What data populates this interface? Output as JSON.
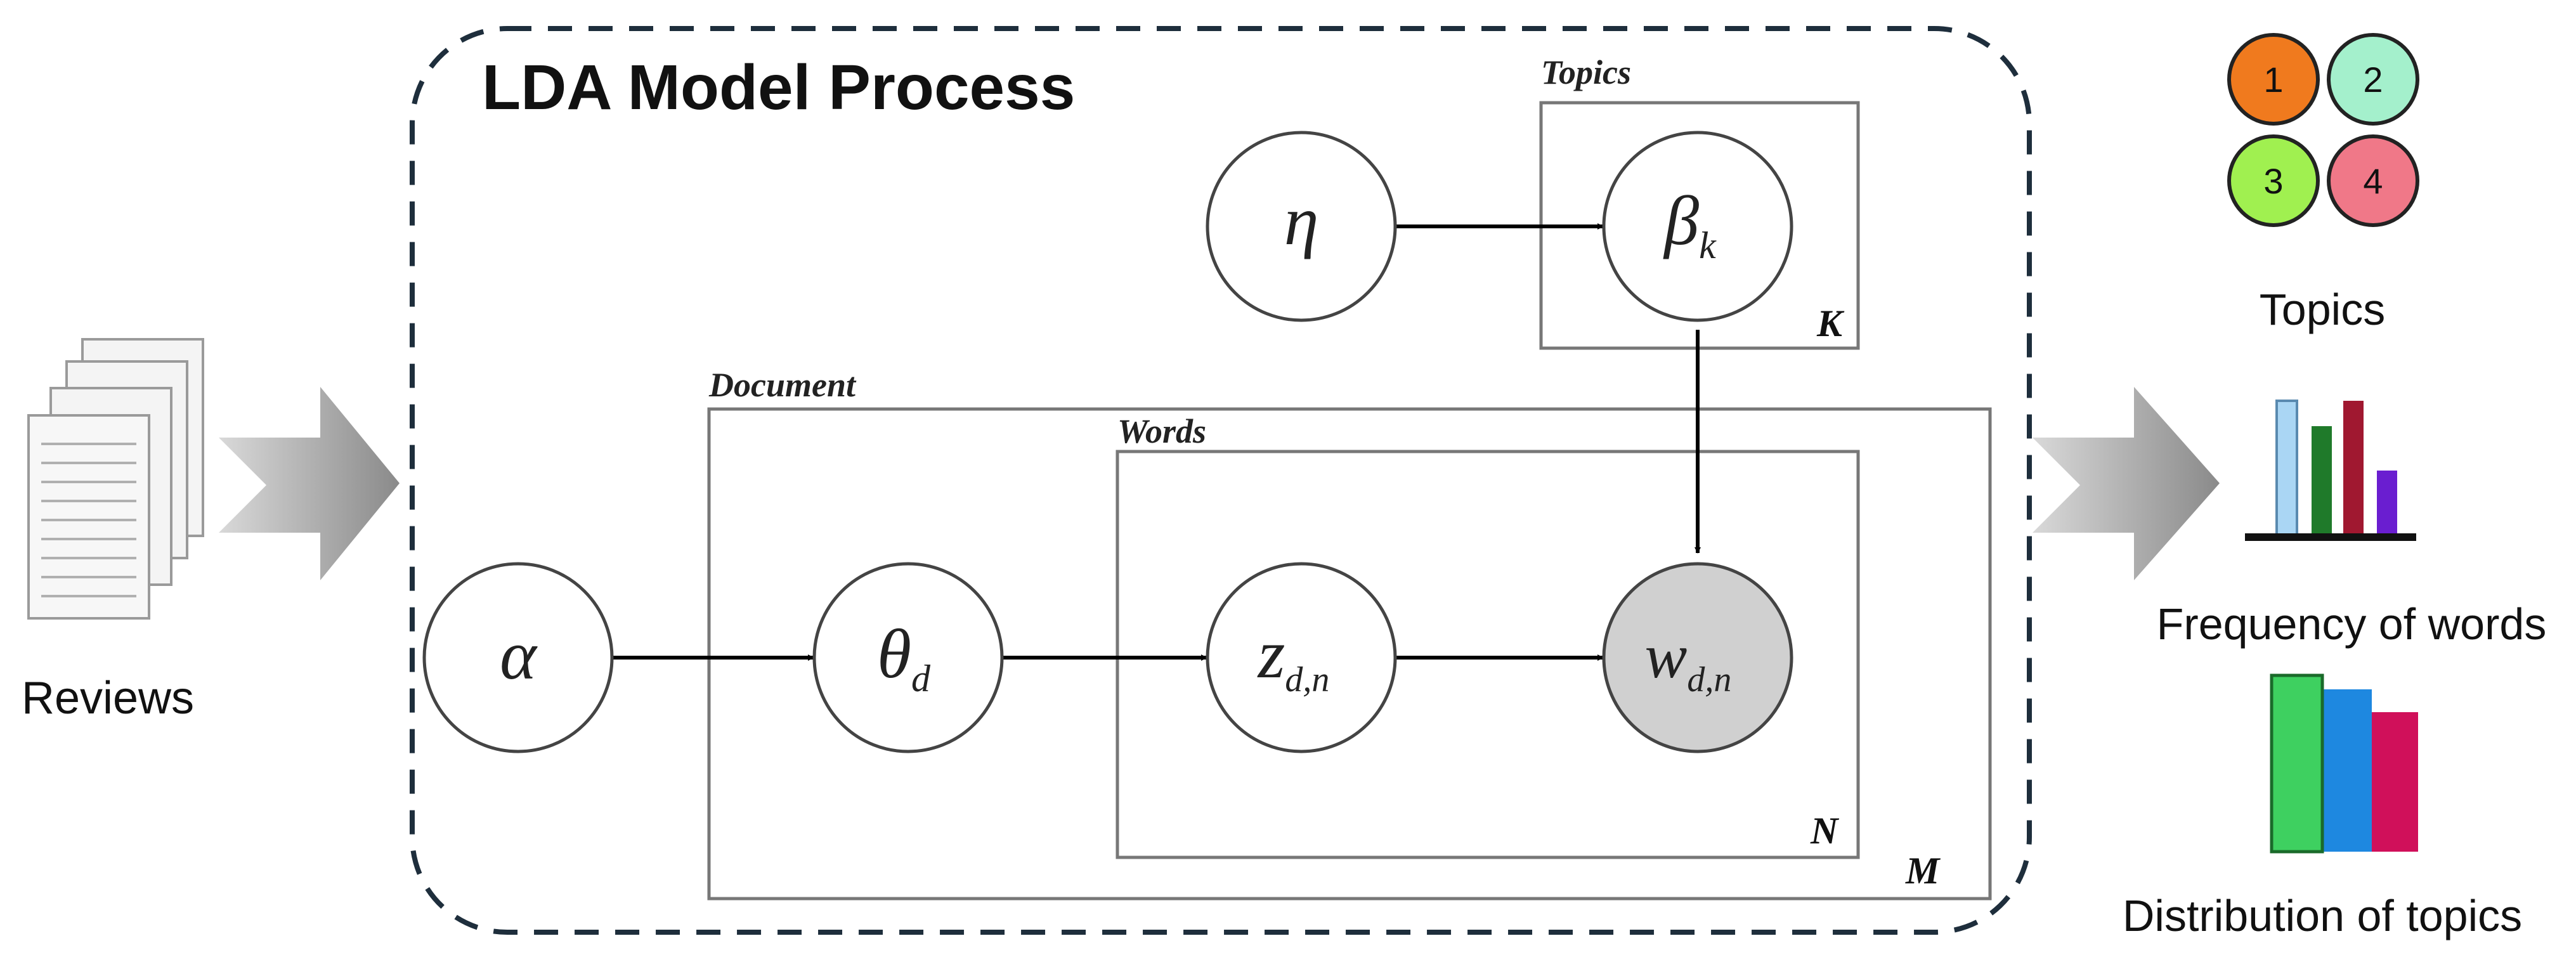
{
  "process": {
    "title": "LDA Model Process"
  },
  "plates": {
    "topics": {
      "label": "Topics",
      "count": "K"
    },
    "document": {
      "label": "Document",
      "count": "M"
    },
    "words": {
      "label": "Words",
      "count": "N"
    }
  },
  "nodes": {
    "eta": {
      "symbol": "η",
      "subscript": ""
    },
    "beta": {
      "symbol": "β",
      "subscript": "k"
    },
    "alpha": {
      "symbol": "α",
      "subscript": ""
    },
    "theta": {
      "symbol": "θ",
      "subscript": "d"
    },
    "z": {
      "symbol": "z",
      "subscript": "d,n"
    },
    "w": {
      "symbol": "w",
      "subscript": "d,n"
    }
  },
  "input": {
    "label": "Reviews",
    "icon": "document-stack-icon"
  },
  "outputs": {
    "topics": {
      "label": "Topics",
      "badges": [
        "1",
        "2",
        "3",
        "4"
      ]
    },
    "frequency": {
      "label": "Frequency of words",
      "icon": "bar-chart-icon"
    },
    "distribution": {
      "label": "Distribution of topics",
      "icon": "stacked-bar-icon"
    }
  },
  "colors": {
    "frame": "#1e2e3c",
    "observed_node": "#d0d0d0",
    "badge_1": "#f07a1e",
    "badge_2": "#a4f0cc",
    "badge_3": "#a0f050",
    "badge_4": "#f07888",
    "freq_bar_1": "#aad6f4",
    "freq_bar_2": "#1f7a2a",
    "freq_bar_3": "#a01830",
    "freq_bar_4": "#6a1ed0",
    "dist_bar_1": "#3ed060",
    "dist_bar_2": "#1e88e0",
    "dist_bar_3": "#d0105a"
  }
}
